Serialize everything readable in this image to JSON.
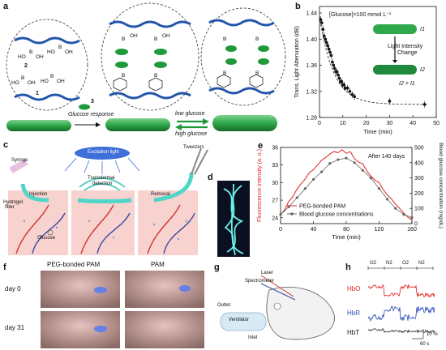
{
  "panels": {
    "a": {
      "label": "a",
      "number_2": "2",
      "number_1": "1",
      "number_3": "3",
      "glucose_response": "Glucose response",
      "low_glucose": "low glucose",
      "high_glucose": "high glucose"
    },
    "b": {
      "label": "b",
      "concentration_note": "[Glucose]=100 mmol L⁻¹",
      "legend_i1": "I1",
      "legend_change": "Light Intensity\nChange",
      "legend_change_line1": "Light Intensity",
      "legend_change_line2": "Change",
      "legend_i2": "I2",
      "legend_relation": "I2 > I1"
    },
    "c": {
      "label": "c",
      "excitation": "Excitation light",
      "syringe": "Syringe",
      "tweezers": "Tweezers",
      "injection": "Injection",
      "transdermal": "Transdermal",
      "detection": "detection",
      "removal": "Removal",
      "hydrogel": "Hydrogel",
      "fiber": "fiber",
      "glucose": "Glucose"
    },
    "d": {
      "label": "d"
    },
    "e": {
      "label": "e",
      "annotation": "After 140 days"
    },
    "f": {
      "label": "f",
      "col1": "PEG-bonded PAM",
      "col2": "PAM",
      "row1": "day 0",
      "row2": "day 31"
    },
    "g": {
      "label": "g",
      "laser": "Laser",
      "spectrometer": "Spectrometer",
      "outlet": "Outlet",
      "ventilator": "Ventilator",
      "inlet": "Inlet"
    },
    "h": {
      "label": "h",
      "gas1": "O2",
      "gas2": "N2",
      "gas3": "O2",
      "gas4": "N2",
      "hbo": "HbO",
      "hbr": "HbR",
      "hbt": "HbT",
      "scale_y": "10 %",
      "scale_x": "60 s"
    }
  },
  "colors": {
    "green": "#1f9a3b",
    "blue_chain": "#2255aa",
    "red": "#e0201b",
    "gray": "#666666"
  },
  "chart_data": [
    {
      "id": "b",
      "type": "scatter",
      "title": "",
      "xlabel": "Time (min)",
      "ylabel": "Trans. Light Attenuation (dB)",
      "xlim": [
        0,
        50
      ],
      "ylim": [
        1.28,
        1.45
      ],
      "xticks": [
        0,
        10,
        20,
        30,
        40,
        50
      ],
      "yticks": [
        1.28,
        1.32,
        1.36,
        1.4,
        1.44
      ],
      "x": [
        0.5,
        1,
        1.5,
        2,
        2.5,
        3,
        3.5,
        4,
        4.5,
        5,
        5.5,
        6,
        6.5,
        7,
        7.5,
        8,
        8.5,
        9,
        9.5,
        10,
        10.5,
        11,
        12,
        13,
        14,
        15,
        30,
        45
      ],
      "y": [
        1.43,
        1.425,
        1.415,
        1.405,
        1.4,
        1.395,
        1.39,
        1.385,
        1.38,
        1.375,
        1.365,
        1.36,
        1.355,
        1.35,
        1.35,
        1.345,
        1.34,
        1.335,
        1.335,
        1.33,
        1.33,
        1.325,
        1.325,
        1.32,
        1.315,
        1.312,
        1.305,
        1.3
      ],
      "fit": "exponential decay (dashed)"
    },
    {
      "id": "e",
      "type": "line",
      "xlabel": "Time (min)",
      "ylabel_left": "Fluorescence intensity (a. u.)",
      "ylabel_right": "Blood glucose concentration (mg/dL)",
      "xlim": [
        0,
        160
      ],
      "ylim_left": [
        23,
        36
      ],
      "ylim_right": [
        0,
        500
      ],
      "xticks": [
        0,
        40,
        80,
        120,
        160
      ],
      "yticks_left": [
        24,
        27,
        30,
        33,
        36
      ],
      "yticks_right": [
        0,
        100,
        200,
        300,
        400,
        500
      ],
      "series": [
        {
          "name": "PEG-bonded PAM",
          "color": "#e0201b",
          "axis": "left",
          "x": [
            0,
            5,
            10,
            15,
            20,
            25,
            30,
            35,
            40,
            45,
            50,
            55,
            60,
            65,
            70,
            75,
            80,
            85,
            90,
            95,
            100,
            105,
            110,
            115,
            120,
            125,
            130,
            135,
            140,
            145,
            150,
            155,
            160
          ],
          "y": [
            24.5,
            25.4,
            26.8,
            27.6,
            28.9,
            29.8,
            30.6,
            31.7,
            32.2,
            33.0,
            33.8,
            34.3,
            34.9,
            35.3,
            35.1,
            35.6,
            35.0,
            35.3,
            34.1,
            33.5,
            33.2,
            32.0,
            31.1,
            30.4,
            30.0,
            28.8,
            27.9,
            27.2,
            26.3,
            25.6,
            24.8,
            24.1,
            23.6
          ]
        },
        {
          "name": "Blood glucose concentrations",
          "color": "#666666",
          "axis": "right",
          "x": [
            0,
            10,
            20,
            30,
            40,
            50,
            60,
            70,
            80,
            90,
            100,
            110,
            120,
            130,
            140,
            150,
            160
          ],
          "y": [
            60,
            110,
            170,
            230,
            290,
            340,
            395,
            420,
            430,
            400,
            350,
            300,
            230,
            160,
            100,
            60,
            40
          ]
        }
      ]
    }
  ]
}
